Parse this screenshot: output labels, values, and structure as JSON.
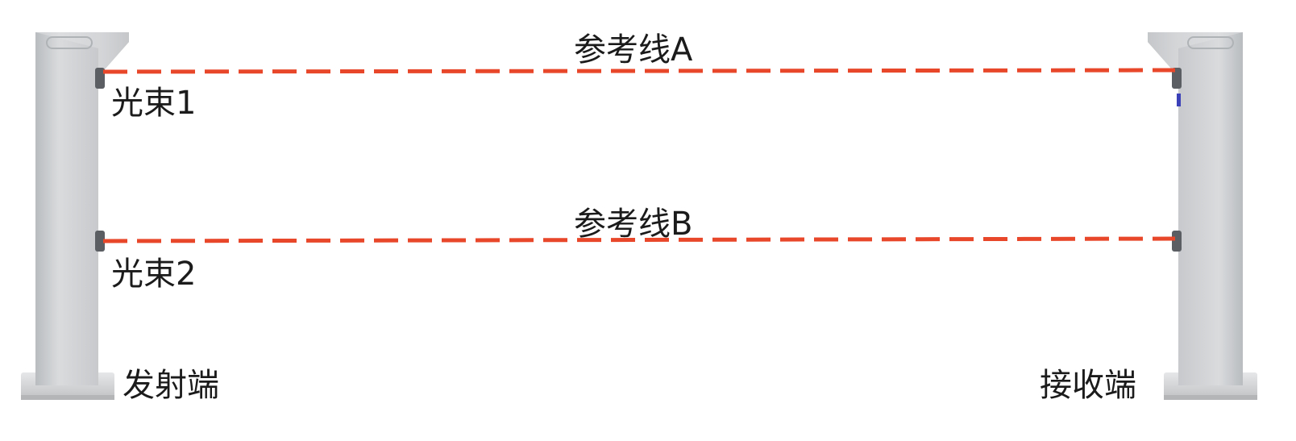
{
  "labels": {
    "reference_line_a": "参考线A",
    "reference_line_b": "参考线B",
    "beam_1": "光束1",
    "beam_2": "光束2",
    "emitter": "发射端",
    "receiver": "接收端"
  },
  "colors": {
    "beam_line": "#e8472a",
    "post_body": "#c8cacc",
    "post_shade": "#a9acaf",
    "base": "#d4d6d8",
    "lens": "#5b5f63",
    "indicator": "#3b3fb8",
    "text": "#1b1b1b"
  },
  "icons": {
    "emitter_post": "emitter-post-icon",
    "receiver_post": "receiver-post-icon"
  }
}
